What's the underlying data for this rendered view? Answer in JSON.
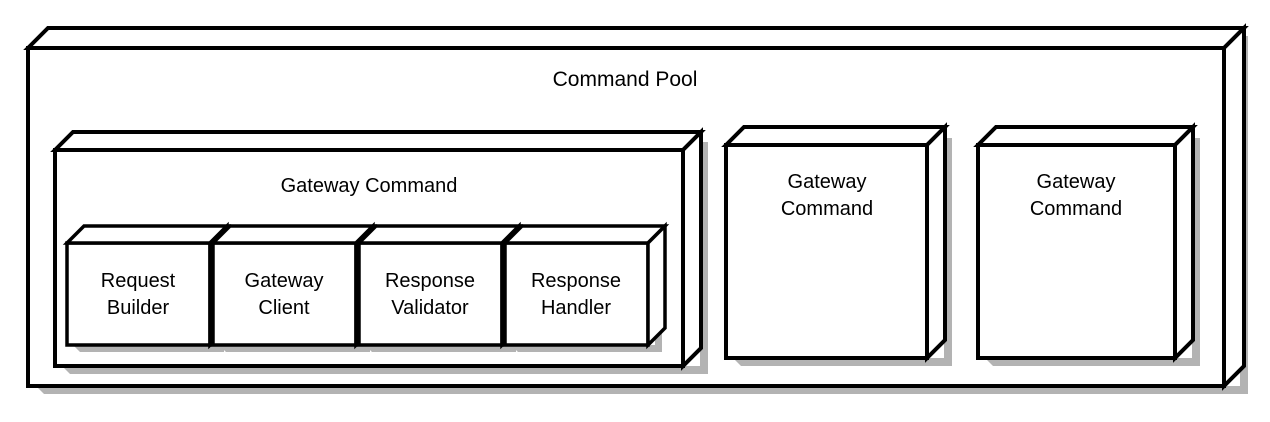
{
  "diagram": {
    "title": "Command Pool",
    "type": "3d-block-diagram",
    "background_color": "#ffffff",
    "line_color": "#000000",
    "shadow_color": "#b3b3b3",
    "fill_color": "#ffffff",
    "pool": {
      "label": "Command Pool"
    },
    "commands": [
      {
        "label": "Gateway Command",
        "label_line1": "Gateway Command",
        "expanded": true,
        "components": [
          {
            "line1": "Request",
            "line2": "Builder"
          },
          {
            "line1": "Gateway",
            "line2": "Client"
          },
          {
            "line1": "Response",
            "line2": "Validator"
          },
          {
            "line1": "Response",
            "line2": "Handler"
          }
        ]
      },
      {
        "label": "Gateway Command",
        "label_line1": "Gateway",
        "label_line2": "Command",
        "expanded": false,
        "components": []
      },
      {
        "label": "Gateway Command",
        "label_line1": "Gateway",
        "label_line2": "Command",
        "expanded": false,
        "components": []
      }
    ]
  }
}
